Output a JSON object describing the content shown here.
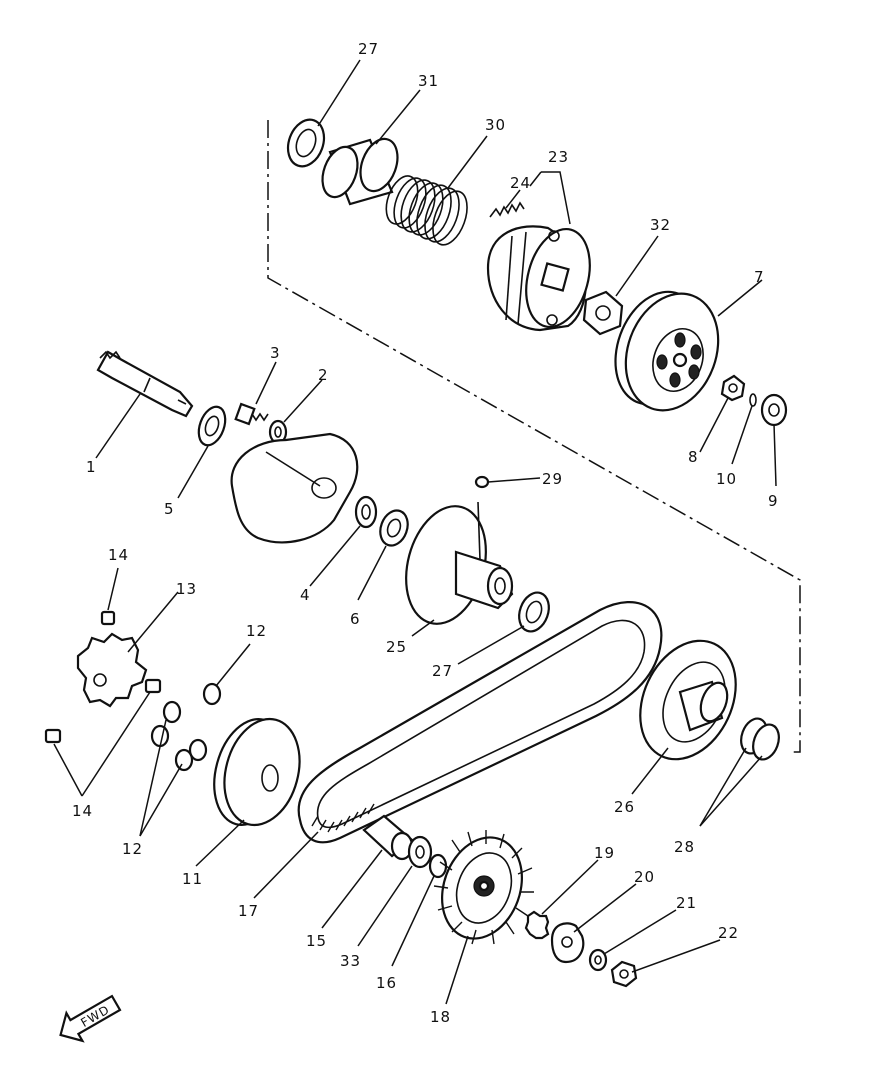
{
  "labels": {
    "p1": "1",
    "p2": "2",
    "p3": "3",
    "p4": "4",
    "p5": "5",
    "p6": "6",
    "p7": "7",
    "p8": "8",
    "p9": "9",
    "p10": "10",
    "p11": "11",
    "p12a": "12",
    "p12b": "12",
    "p13": "13",
    "p14a": "14",
    "p14b": "14",
    "p15": "15",
    "p16": "16",
    "p17": "17",
    "p18": "18",
    "p19": "19",
    "p20": "20",
    "p21": "21",
    "p22": "22",
    "p23": "23",
    "p24": "24",
    "p25": "25",
    "p26": "26",
    "p27a": "27",
    "p27b": "27",
    "p28": "28",
    "p29": "29",
    "p30": "30",
    "p31": "31",
    "p32": "32",
    "p33": "33"
  },
  "fwd_arrow": "FWD",
  "colors": {
    "ink": "#111111",
    "paper": "#ffffff"
  }
}
